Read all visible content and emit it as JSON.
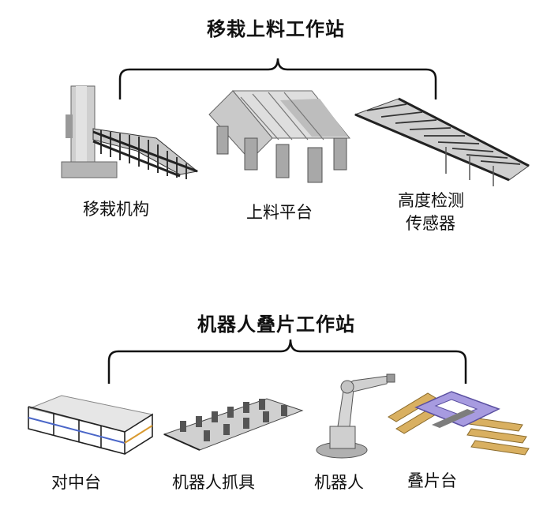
{
  "station1": {
    "title": "移栽上料工作站",
    "items": [
      {
        "label": "移栽机构",
        "icon": "transfer-mechanism-icon"
      },
      {
        "label": "上料平台",
        "icon": "loading-platform-icon"
      },
      {
        "label_line1": "高度检测",
        "label_line2": "传感器",
        "icon": "height-sensor-icon"
      }
    ]
  },
  "station2": {
    "title": "机器人叠片工作站",
    "items": [
      {
        "label": "对中台",
        "icon": "centering-table-icon"
      },
      {
        "label": "机器人抓具",
        "icon": "robot-gripper-icon"
      },
      {
        "label": "机器人",
        "icon": "industrial-robot-icon"
      },
      {
        "label": "叠片台",
        "icon": "stacking-table-icon"
      }
    ]
  },
  "colors": {
    "text": "#111111",
    "steel": "#555555",
    "steel_light": "#b8b8b8",
    "wood": "#d9b061",
    "purple": "#a79be0"
  }
}
